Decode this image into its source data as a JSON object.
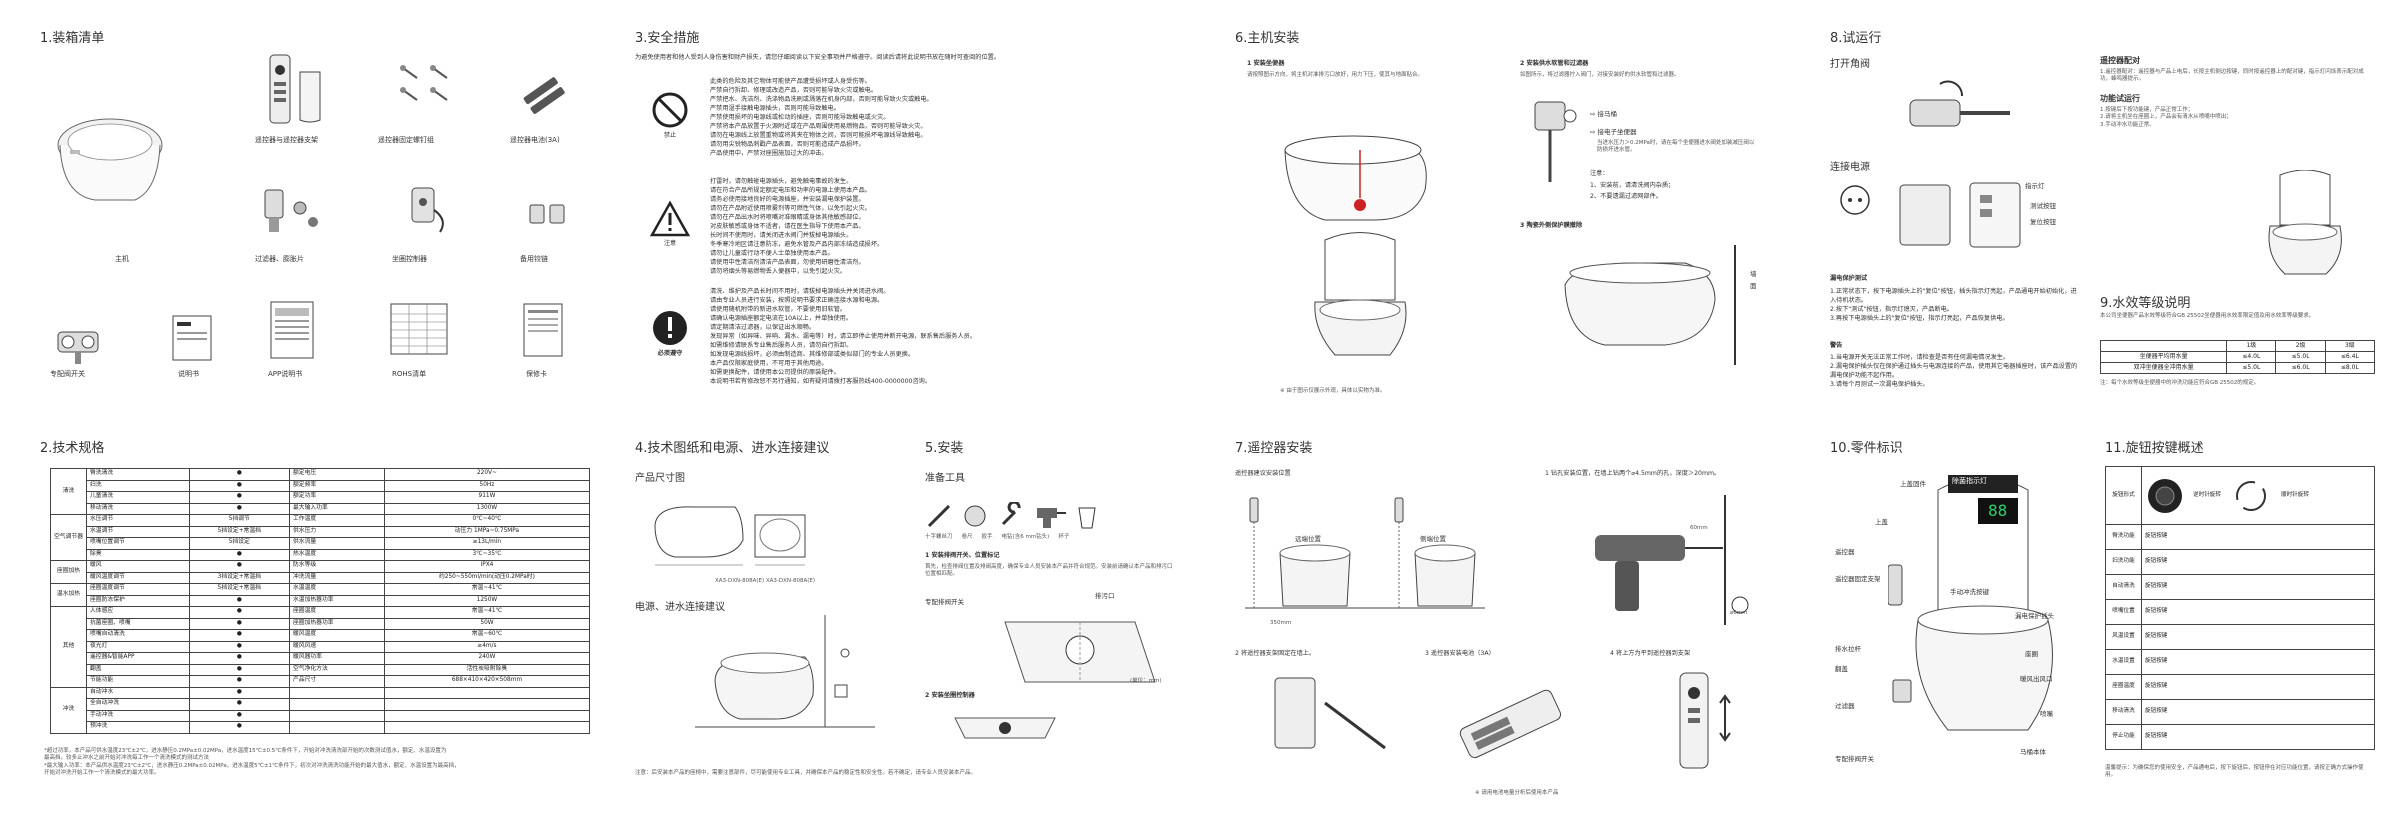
{
  "sections": {
    "s1": {
      "title": "1.装箱清单",
      "items": [
        "主机",
        "遥控器与遥控器支架",
        "遥控器固定螺钉组",
        "遥控器电池(3A)",
        "过滤器、膨胀片",
        "坐圈控制器",
        "备用铰链",
        "专配阀开关",
        "说明书",
        "APP说明书",
        "ROHS清单",
        "保修卡"
      ]
    },
    "s2": {
      "title": "2.技术规格",
      "left_groups": [
        "清洗",
        "空气调节器",
        "座圈加热",
        "温水加热",
        "其他",
        "冲洗"
      ],
      "left_rows": [
        [
          "臀洗清洗",
          "●"
        ],
        [
          "妇洗",
          "●"
        ],
        [
          "儿童清洗",
          "●"
        ],
        [
          "移动清洗",
          "●"
        ],
        [
          "水压调节",
          "5挡调节"
        ],
        [
          "水温调节",
          "5挡设定+常温挡"
        ],
        [
          "喷嘴位置调节",
          "5挡设定"
        ],
        [
          "除臭",
          "●"
        ],
        [
          "暖风",
          "●"
        ],
        [
          "暖风温度调节",
          "3挡设定+常温挡"
        ],
        [
          "座圈温度调节",
          "5挡设定+常温挡"
        ],
        [
          "座圈防冻保护",
          "●"
        ],
        [
          "人体感应",
          "●"
        ],
        [
          "抗菌座圈、喷嘴",
          "●"
        ],
        [
          "喷嘴自动清洗",
          "●"
        ],
        [
          "夜光灯",
          "●"
        ],
        [
          "遥控器&智能APP",
          "●"
        ],
        [
          "翻盖",
          "●"
        ],
        [
          "节能功能",
          "●"
        ],
        [
          "自动冲水",
          "●"
        ],
        [
          "全自动冲洗",
          "●"
        ],
        [
          "手动冲洗",
          "●"
        ],
        [
          "预冲洗",
          "●"
        ]
      ],
      "right_rows": [
        [
          "额定电压",
          "220V~"
        ],
        [
          "额定频率",
          "50Hz"
        ],
        [
          "额定功率",
          "911W"
        ],
        [
          "最大输入功率",
          "1300W"
        ],
        [
          "工作温度",
          "0℃~40℃"
        ],
        [
          "供水压力",
          "动压力 1MPa~0.75MPa"
        ],
        [
          "供水流量",
          "≥13L/min"
        ],
        [
          "热水温度",
          "3℃~35℃"
        ],
        [
          "防水等级",
          "IPX4"
        ],
        [
          "冲洗流量",
          "约250~550ml/min(动压0.2MPa时)"
        ],
        [
          "水温温度",
          "常温~41℃"
        ],
        [
          "水温加热器功率",
          "1250W"
        ],
        [
          "座圈温度",
          "常温~41℃"
        ],
        [
          "座圈加热器功率",
          "50W"
        ],
        [
          "暖风温度",
          "常温~60℃"
        ],
        [
          "暖风风速",
          "≥4m/s"
        ],
        [
          "暖风器功率",
          "240W"
        ],
        [
          "空气净化方法",
          "活性炭吸附除臭"
        ],
        [
          "产品尺寸",
          "688×410×420×508mm"
        ],
        [
          "",
          ""
        ],
        [
          "",
          ""
        ],
        [
          "",
          ""
        ],
        [
          "",
          ""
        ]
      ],
      "notes": [
        "*超过功率，本产品可供水温度23℃±2℃，进水静压0.2MPa±0.02MPa，进水温度15℃±0.5℃条件下，开始对冲洗清洗部开始的次数测试值水，额定、水温设置为",
        "  最高挡，较多止冲水之前开始对冲洗每工作一个清洗模式的测试方法",
        "*最大输入功率：本产品供水温度23℃±2℃，进水静压0.2MPa±0.02MPa，进水温度5℃±1℃条件下，初次对冲洗清洗功能开始的最大值水，额定、水温设置为最高挡，",
        "  开始对冲洗开始工作一个清洗模式的最大功率。"
      ]
    },
    "s3": {
      "title": "3.安全措施",
      "intro": "为避免使用者和他人受到人身伤害和财产损失，请您仔细阅读以下安全事项并严格遵守。阅读后请将此说明书放在随时可查阅的位置。",
      "labels": [
        "禁止",
        "注意",
        "必须遵守"
      ],
      "block1": [
        "此类的危险及其它物体可能使产品遭受损坏或人身受伤等。",
        "严禁自行拆卸、修理或改造产品，否则可能导致火灾或触电。",
        "严禁把水、洗洁剂、洗涤物品洗刷或溅落在机身内部，否则可能导致火灾或触电。",
        "严禁用湿手接触电源插头，否则可能导致触电。",
        "严禁使用损坏的电源线或松动的插座，否则可能导致触电或火灾。",
        "严禁将本产品放置于火源附近或在产品周围使用易燃物品，否则可能导致火灾。",
        "请勿在电源线上放置重物或将其夹在物体之间，否则可能损坏电源线导致触电。",
        "请勿用尖锐物品刺戳产品表面，否则可能造成产品损坏。",
        "产品使用中，严禁对座圈施加过大的冲击。"
      ],
      "block2": [
        "打雷时，请勿触碰电源插头，避免触电事故的发生。",
        "请在符合产品所规定额定电压和功率的电源上使用本产品。",
        "请务必使用接地良好的电源插座，并安装漏电保护装置。",
        "请勿在产品附近使用喷雾剂等可燃性气体，以免引起火灾。",
        "请勿在产品出水时将喷嘴对准眼睛或身体其他敏感部位。",
        "对皮肤敏感或身体不适者，请在医生指导下使用本产品。",
        "长时间不使用时，请关闭进水阀门并拔掉电源插头。",
        "冬季寒冷地区请注意防冻，避免水管及产品内部冻结造成损坏。",
        "请勿让儿童或行动不便人士单独使用本产品。",
        "请使用中性清洁剂清洁产品表面，勿使用研磨性清洁剂。",
        "请勿将烟头等易燃物丢入便器中，以免引起火灾。"
      ],
      "block3": [
        "清洗、维护及产品长时间不用时，请拔掉电源插头并关闭进水阀。",
        "请由专业人员进行安装，按照说明书要求正确连接水源和电源。",
        "请使用随机附带的新进水软管，不要使用旧软管。",
        "请确认电源插座额定电流在10A以上，并单独使用。",
        "请定期清洁过滤器，以保证出水顺畅。",
        "发现异常（如异味、异响、漏水、漏电等）时，请立即停止使用并断开电源，联系售后服务人员。",
        "如需维修请联系专业售后服务人员，请勿自行拆卸。",
        "如发现电源线损坏，必须由制造商、其维修部或类似部门的专业人员更换。",
        "本产品仅限家庭使用，不可用于其他用途。",
        "如需更换配件，请使用本公司提供的原装配件。",
        "本说明书若有修改恕不另行通知，如有疑问请拨打客服热线400-0000000咨询。"
      ]
    },
    "s4a": {
      "title": "4.技术图纸和电源、进水连接建议",
      "product_size": "产品尺寸图",
      "power_label": "电源、进水连接建议",
      "models": "XA3-DXN-808A(E)    XA3-DXN-808A(E)"
    },
    "s5": {
      "title": "5.安装",
      "tools_title": "准备工具",
      "tools": [
        "十字螺丝刀",
        "卷尺",
        "扳手",
        "电钻(含6 mm钻头)",
        "杯子"
      ],
      "step1": "1 安装排阀开关、位置标记",
      "step1_desc": "首先，检查排阀位置及排阀高度，确保专业人员安装本产品并符合规范。安装前请确认本产品和排污口位置相匹配。",
      "step2": "2 安装坐圈控制器",
      "labels": [
        "专配排阀开关",
        "排污口"
      ],
      "unit": "(单位：mm)",
      "note": "注意：后安装本产品的座椅中，需要注意部件，尽可能使用专业工具，并确保本产品的稳定性和安全性。若不确定，请专业人员安装本产品。"
    },
    "s6": {
      "title": "6.主机安装",
      "step1": "1 安装坐便器",
      "step1_desc": "请按照图示方向，将主机对准排污口放好，用力下压，使其与地面贴合。",
      "step2": "2 安装供水软管和过滤器",
      "step2_desc": "如图所示，将过滤器拧入阀门，对接安装好的供水软管和过滤器。",
      "hose_labels": [
        "接马桶",
        "接电子坐便器"
      ],
      "pressure": "当进水压力＞0.2MPa时，请在每个坐便器进水阀处加装减压阀以防损坏进水管。",
      "notes_title": "注意：",
      "notes": [
        "1、安装前，请清洗阀内杂质；",
        "2、不要遗漏过滤网部件。"
      ],
      "step3": "3 陶瓷外侧保护膜撤除",
      "labels": [
        "墙",
        "面"
      ],
      "caption": "※ 由于图示仅展示外观，具体以实物为准。"
    },
    "s7": {
      "title": "7.遥控器安装",
      "subtitle": "遥控器建议安装位置",
      "pos_labels": [
        "远端位置",
        "侧端位置"
      ],
      "step1": "1 钻孔安装位置，在墙上钻两个⌀4.5mm的孔，深度＞20mm。",
      "step2": "2 将遥控器支架固定在墙上。",
      "step3": "3 遥控器安装电池（3A）",
      "step4": "4 将上方为平到遥控器到支架",
      "dims": [
        "350mm",
        "⌀6mm",
        "60mm"
      ],
      "caption": "※ 请用电池电量分析后使用本产品"
    },
    "s8": {
      "title": "8.试运行",
      "angle": "打开角阀",
      "power": "连接电源",
      "socket_labels": [
        "指示灯",
        "测试按钮",
        "复位按钮"
      ],
      "leak_title": "漏电保护测试",
      "leak_steps": [
        "1.正常状态下，按下电源插头上的\"复位\"按钮，插头指示灯亮起，产品通电开始初始化，进入待机状态。",
        "2.按下\"测试\"按钮，指示灯熄灭，产品断电。",
        "3.再按下电源插头上的\"复位\"按钮，指示灯亮起，产品恢复供电。"
      ],
      "warn_title": "警告",
      "warn": [
        "1.当电源开关无法正常工作时，请检查是否有任何漏电情况发生。",
        "2.漏电保护插头仅在保护通过插头与电源连接的产品，使用其它电器插座时，该产品设置的漏电保护功能不起作用。",
        "3.请每个月测试一次漏电保护插头。"
      ]
    },
    "s9": {
      "pair_title": "遥控器配对",
      "pair_text": "1.遥控器配对：遥控器与产品上电后，长按主机侧边按键，同时按遥控器上的配对键，指示灯闪烁表示配对成功，蜂鸣器提示。",
      "func_title": "功能试运行",
      "func_text": [
        "1.按键后下按功能键，产品正常工作；",
        "2.请将主机坐在座圈上，产品会有清水从喷嘴中喷出；",
        "3.手动冲水功能正常。"
      ],
      "grade_title": "9.水效等级说明",
      "grade_text": "本公司坐便器产品水效等级符合GB 25502坐便器用水效率限定值及用水效率等级要求。",
      "table_head": [
        "",
        "1级",
        "2级",
        "3级"
      ],
      "table_rows": [
        [
          "坐便器平均用水量",
          "≤4.0L",
          "≤5.0L",
          "≤6.4L"
        ],
        [
          "双冲坐便器全冲用水量",
          "≤5.0L",
          "≤6.0L",
          "≤8.0L"
        ]
      ],
      "table_note": "注：每个水效等级坐便器中的冲洗功能应符合GB 25502的规定。"
    },
    "s10": {
      "title": "10.零件标识",
      "parts": [
        "上盖固件",
        "上盖",
        "遥控器",
        "遥控器固定支架",
        "排水拉杆",
        "翻盖",
        "过滤器",
        "专配排阀开关",
        "漏电保护插头",
        "座圈",
        "暖风出风口",
        "手动冲洗按键",
        "喷嘴",
        "马桶本体"
      ],
      "display": "除菌指示灯",
      "display_num": "88"
    },
    "s11": {
      "title": "11.旋钮按键概述",
      "knob_labels": [
        "逆时针旋转",
        "顺时针旋转",
        "旋钮按键"
      ],
      "row_labels": [
        "旋钮形式",
        "臀洗功能",
        "妇洗功能",
        "自动清洗",
        "喷嘴位置",
        "风温设置",
        "水温设置",
        "座圈温度",
        "移动清洗",
        "停止功能"
      ],
      "note": "温馨提示：为确保您的使用安全，产品通电后，按下旋钮后，按钮停在对应功能位置，请按正确方式操作使用。"
    }
  }
}
